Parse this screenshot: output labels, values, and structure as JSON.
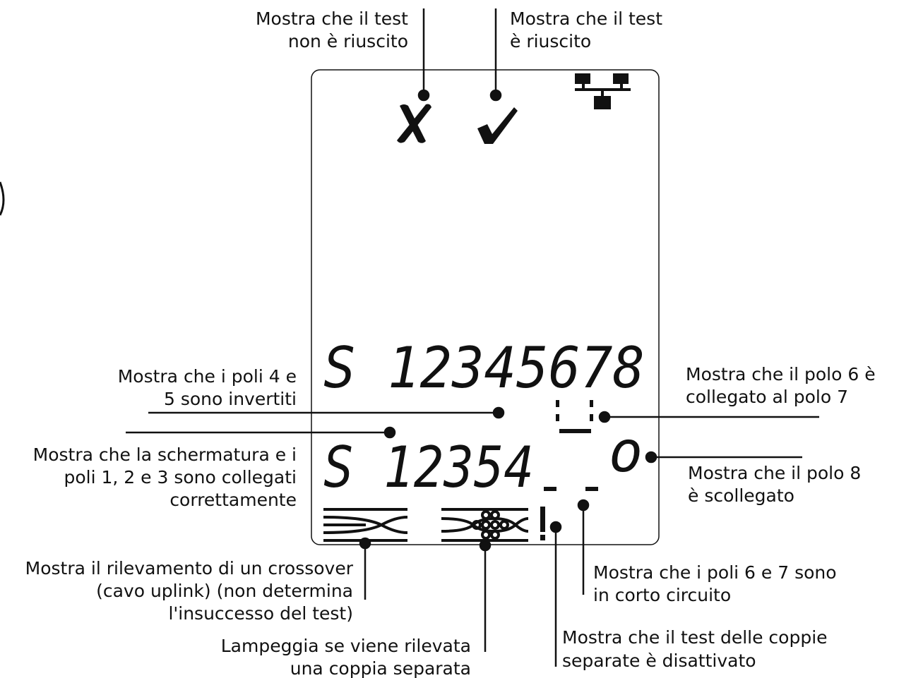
{
  "colors": {
    "ink": "#111111",
    "background": "#ffffff"
  },
  "display": {
    "top_row": "S 12345678",
    "bottom_row": "S 12354",
    "open_indicator": "o",
    "pins_top": [
      "S",
      "1",
      "2",
      "3",
      "4",
      "5",
      "6",
      "7",
      "8"
    ],
    "pins_bottom": [
      "S",
      "1",
      "2",
      "3",
      "5",
      "4"
    ]
  },
  "icons": [
    "fail-cross-icon",
    "pass-check-icon",
    "network-icon",
    "crossover-icon",
    "split-pair-icon",
    "exclamation-icon"
  ],
  "labels": {
    "test_failed": [
      "Mostra che il test",
      "non è riuscito"
    ],
    "test_passed": [
      "Mostra che il test",
      "è riuscito"
    ],
    "pins_reversed": [
      "Mostra che i poli 4 e",
      "5 sono invertiti"
    ],
    "shield_ok": [
      "Mostra che la schermatura e i",
      "poli 1, 2 e 3 sono collegati",
      "correttamente"
    ],
    "pin6_to_7": [
      "Mostra che il polo 6 è",
      "collegato al polo 7"
    ],
    "pin8_open": [
      "Mostra che il polo 8",
      "è scollegato"
    ],
    "crossover": [
      "Mostra il rilevamento di un crossover",
      "(cavo uplink) (non determina",
      "l'insuccesso del test)"
    ],
    "split_pair": [
      "Lampeggia se viene rilevata",
      "una coppia separata"
    ],
    "short_circuit": [
      "Mostra che i poli 6 e 7 sono",
      "in corto circuito"
    ],
    "split_disabled": [
      "Mostra che il test delle coppie",
      "separate è disattivato"
    ]
  }
}
